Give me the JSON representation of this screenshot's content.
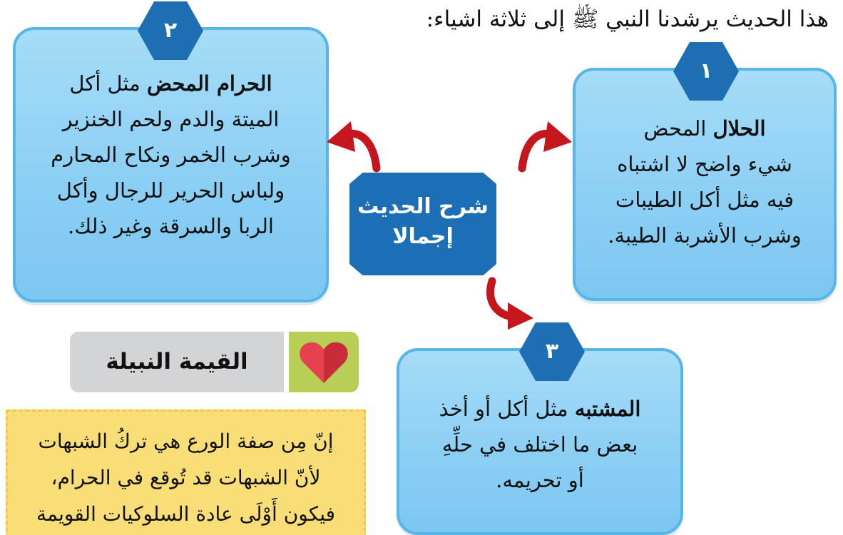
{
  "intro": "هذا الحديث يرشدنا النبي ﷺ إلى ثلاثة اشياء:",
  "center": {
    "line1": "شرح الحديث",
    "line2": "إجمالا"
  },
  "cards": {
    "halal": {
      "number": "١",
      "bold": "الحلال",
      "line1_rest": " المحض",
      "line2": "شيء واضح لا اشتباه",
      "line3": "فيه مثل أكل الطيبات",
      "line4": "وشرب الأشربة الطيبة."
    },
    "haram": {
      "number": "٢",
      "bold": "الحرام المحض",
      "line1_rest": " مثل أكل",
      "line2": "الميتة والدم ولحم الخنزير",
      "line3": "وشرب الخمر ونكاح المحارم",
      "line4": "ولباس الحرير للرجال وأكل",
      "line5": "الربا والسرقة وغير ذلك."
    },
    "mushtabah": {
      "number": "٣",
      "bold": "المشتبه",
      "line1_rest": " مثل أكل أو أخذ",
      "line2": "بعض ما اختلف في حلِّهِ",
      "line3": "أو تحريمه."
    }
  },
  "value": {
    "title": "القيمة النبيلة",
    "icon": "heart-icon",
    "line1": "إنّ مِن صفة الورع هي تركُ الشبهات",
    "line2": "لأنّ الشبهات قد تُوقع في الحرام،",
    "line3": "فيكون أَوْلَى عادة السلوكيات القويمة"
  },
  "colors": {
    "card_fill": "#8ccff4",
    "card_border": "#56b5e9",
    "badge": "#1d6eb3",
    "center_box": "#1c6fb5",
    "arrow": "#c4161c",
    "value_title_bg": "#d3d4d5",
    "value_icon_bg": "#b8cf55",
    "value_text_bg": "#f9dd77"
  }
}
